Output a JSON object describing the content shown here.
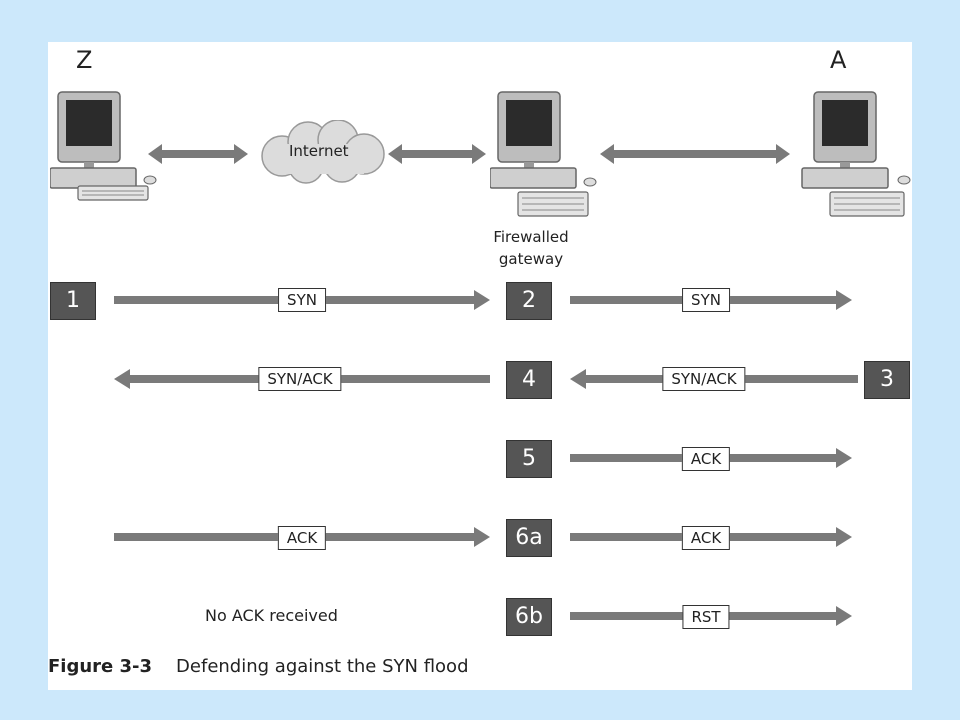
{
  "nodes": {
    "left_label": "Z",
    "right_label": "A",
    "cloud_label": "Internet",
    "gateway_label_line1": "Firewalled",
    "gateway_label_line2": "gateway"
  },
  "steps": {
    "s1": "1",
    "s2": "2",
    "s3": "3",
    "s4": "4",
    "s5": "5",
    "s6a": "6a",
    "s6b": "6b"
  },
  "packets": {
    "syn_left": "SYN",
    "syn_right": "SYN",
    "synack_left": "SYN/ACK",
    "synack_right": "SYN/ACK",
    "ack_step5": "ACK",
    "ack_left": "ACK",
    "ack_right": "ACK",
    "rst": "RST"
  },
  "notes": {
    "no_ack": "No ACK received"
  },
  "caption": {
    "number": "Figure 3-3",
    "text": "Defending against the SYN flood"
  },
  "colors": {
    "background": "#cce8fb",
    "arrow": "#7a7a7a",
    "step_box": "#555555"
  }
}
